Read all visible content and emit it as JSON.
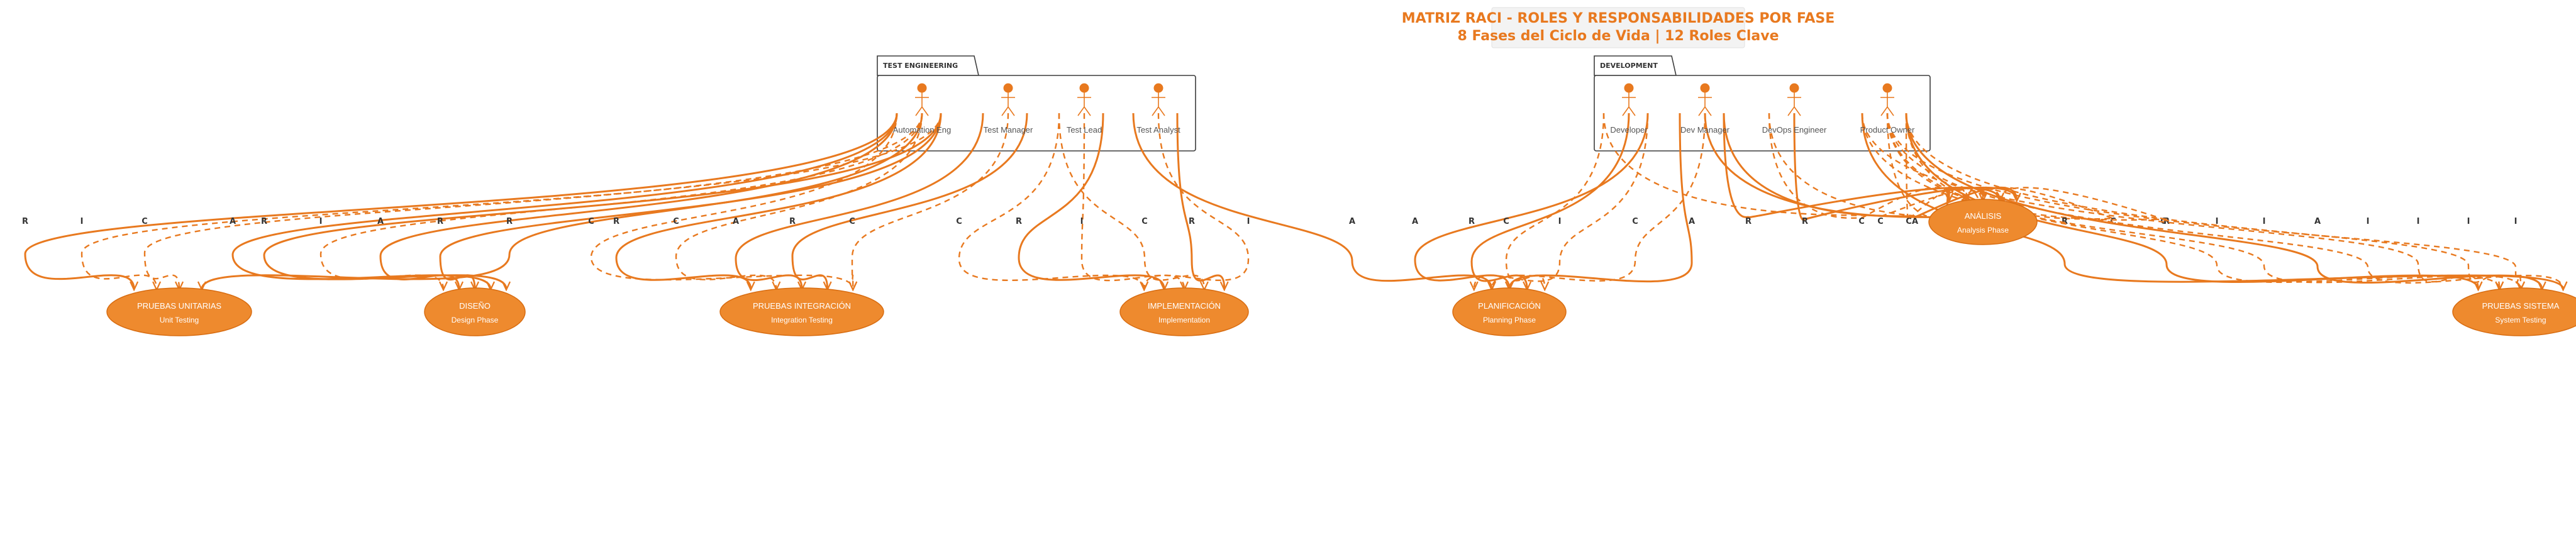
{
  "title": {
    "line1": "MATRIZ RACI - ROLES Y RESPONSABILIDADES POR FASE",
    "line2": "8 Fases del Ciclo de Vida | 12 Roles Clave"
  },
  "packages": [
    {
      "id": "test",
      "label": "TEST ENGINEERING"
    },
    {
      "id": "dev",
      "label": "DEVELOPMENT"
    }
  ],
  "actors": [
    {
      "id": "automation",
      "label": "Automation Eng"
    },
    {
      "id": "testmgr",
      "label": "Test Manager"
    },
    {
      "id": "testlead",
      "label": "Test Lead"
    },
    {
      "id": "testanalyst",
      "label": "Test Analyst"
    },
    {
      "id": "developer",
      "label": "Developer"
    },
    {
      "id": "devmgr",
      "label": "Dev Manager"
    },
    {
      "id": "devops",
      "label": "DevOps Engineer"
    },
    {
      "id": "po",
      "label": "Product Owner"
    }
  ],
  "phases": [
    {
      "id": "unit",
      "name": "PRUEBAS UNITARIAS",
      "sub": "Unit Testing"
    },
    {
      "id": "design",
      "name": "DISEÑO",
      "sub": "Design Phase"
    },
    {
      "id": "integration",
      "name": "PRUEBAS INTEGRACIÓN",
      "sub": "Integration Testing"
    },
    {
      "id": "impl",
      "name": "IMPLEMENTACIÓN",
      "sub": "Implementation"
    },
    {
      "id": "planning",
      "name": "PLANIFICACIÓN",
      "sub": "Planning Phase"
    },
    {
      "id": "analysis",
      "name": "ANÁLISIS",
      "sub": "Analysis Phase"
    },
    {
      "id": "system",
      "name": "PRUEBAS SISTEMA",
      "sub": "System Testing"
    }
  ],
  "relations": [
    {
      "from": "automation",
      "to": "unit",
      "label": "R",
      "style": "solid"
    },
    {
      "from": "automation",
      "to": "unit",
      "label": "I",
      "style": "dashed"
    },
    {
      "from": "automation",
      "to": "unit",
      "label": "C",
      "style": "dashed"
    },
    {
      "from": "automation",
      "to": "design",
      "label": "A",
      "style": "solid"
    },
    {
      "from": "automation",
      "to": "design",
      "label": "R",
      "style": "solid"
    },
    {
      "from": "automation",
      "to": "design",
      "label": "I",
      "style": "dashed"
    },
    {
      "from": "automation",
      "to": "design",
      "label": "A",
      "style": "solid"
    },
    {
      "from": "automation",
      "to": "design",
      "label": "R",
      "style": "solid"
    },
    {
      "from": "automation",
      "to": "unit",
      "label": "R",
      "style": "solid"
    },
    {
      "from": "automation",
      "to": "integration",
      "label": "C",
      "style": "dashed"
    },
    {
      "from": "automation",
      "to": "integration",
      "label": "R",
      "style": "solid"
    },
    {
      "from": "automation",
      "to": "integration",
      "label": "C",
      "style": "dashed"
    },
    {
      "from": "testmgr",
      "to": "integration",
      "label": "A",
      "style": "solid"
    },
    {
      "from": "testmgr",
      "to": "integration",
      "label": "R",
      "style": "solid"
    },
    {
      "from": "testmgr",
      "to": "integration",
      "label": "C",
      "style": "dashed"
    },
    {
      "from": "testlead",
      "to": "impl",
      "label": "C",
      "style": "dashed"
    },
    {
      "from": "testlead",
      "to": "impl",
      "label": "R",
      "style": "solid"
    },
    {
      "from": "testlead",
      "to": "impl",
      "label": "I",
      "style": "dashed"
    },
    {
      "from": "testlead",
      "to": "impl",
      "label": "C",
      "style": "dashed"
    },
    {
      "from": "testanalyst",
      "to": "impl",
      "label": "R",
      "style": "solid"
    },
    {
      "from": "testanalyst",
      "to": "impl",
      "label": "I",
      "style": "dashed"
    },
    {
      "from": "testanalyst",
      "to": "planning",
      "label": "A",
      "style": "solid"
    },
    {
      "from": "developer",
      "to": "planning",
      "label": "A",
      "style": "solid"
    },
    {
      "from": "developer",
      "to": "planning",
      "label": "R",
      "style": "solid"
    },
    {
      "from": "developer",
      "to": "planning",
      "label": "C",
      "style": "dashed"
    },
    {
      "from": "developer",
      "to": "planning",
      "label": "I",
      "style": "dashed"
    },
    {
      "from": "devmgr",
      "to": "planning",
      "label": "C",
      "style": "dashed"
    },
    {
      "from": "devmgr",
      "to": "planning",
      "label": "A",
      "style": "solid"
    },
    {
      "from": "devmgr",
      "to": "analysis",
      "label": "R",
      "style": "solid"
    },
    {
      "from": "devops",
      "to": "analysis",
      "label": "R",
      "style": "solid"
    },
    {
      "from": "devops",
      "to": "analysis",
      "label": "C",
      "style": "dashed"
    },
    {
      "from": "po",
      "to": "analysis",
      "label": "C",
      "style": "dashed"
    },
    {
      "from": "po",
      "to": "analysis",
      "label": "I",
      "style": "dashed"
    },
    {
      "from": "developer",
      "to": "analysis",
      "label": "C",
      "style": "dashed"
    },
    {
      "from": "devmgr",
      "to": "analysis",
      "label": "A",
      "style": "solid"
    },
    {
      "from": "devmgr",
      "to": "analysis",
      "label": "R",
      "style": "solid"
    },
    {
      "from": "devops",
      "to": "analysis",
      "label": "C",
      "style": "dashed"
    },
    {
      "from": "po",
      "to": "analysis",
      "label": "C",
      "style": "dashed"
    },
    {
      "from": "po",
      "to": "analysis",
      "label": "C",
      "style": "dashed"
    },
    {
      "from": "po",
      "to": "system",
      "label": "R",
      "style": "solid"
    },
    {
      "from": "po",
      "to": "system",
      "label": "R",
      "style": "solid"
    },
    {
      "from": "po",
      "to": "system",
      "label": "I",
      "style": "dashed"
    },
    {
      "from": "po",
      "to": "system",
      "label": "I",
      "style": "dashed"
    },
    {
      "from": "po",
      "to": "system",
      "label": "A",
      "style": "solid"
    },
    {
      "from": "po",
      "to": "system",
      "label": "I",
      "style": "dashed"
    },
    {
      "from": "po",
      "to": "system",
      "label": "I",
      "style": "dashed"
    },
    {
      "from": "po",
      "to": "system",
      "label": "I",
      "style": "dashed"
    },
    {
      "from": "po",
      "to": "system",
      "label": "I",
      "style": "dashed"
    }
  ],
  "colors": {
    "accent": "#e8791f",
    "ellipse": "#ee8a2e",
    "ellipse_stroke": "#d86d12",
    "package_stroke": "#3c3c3c"
  }
}
